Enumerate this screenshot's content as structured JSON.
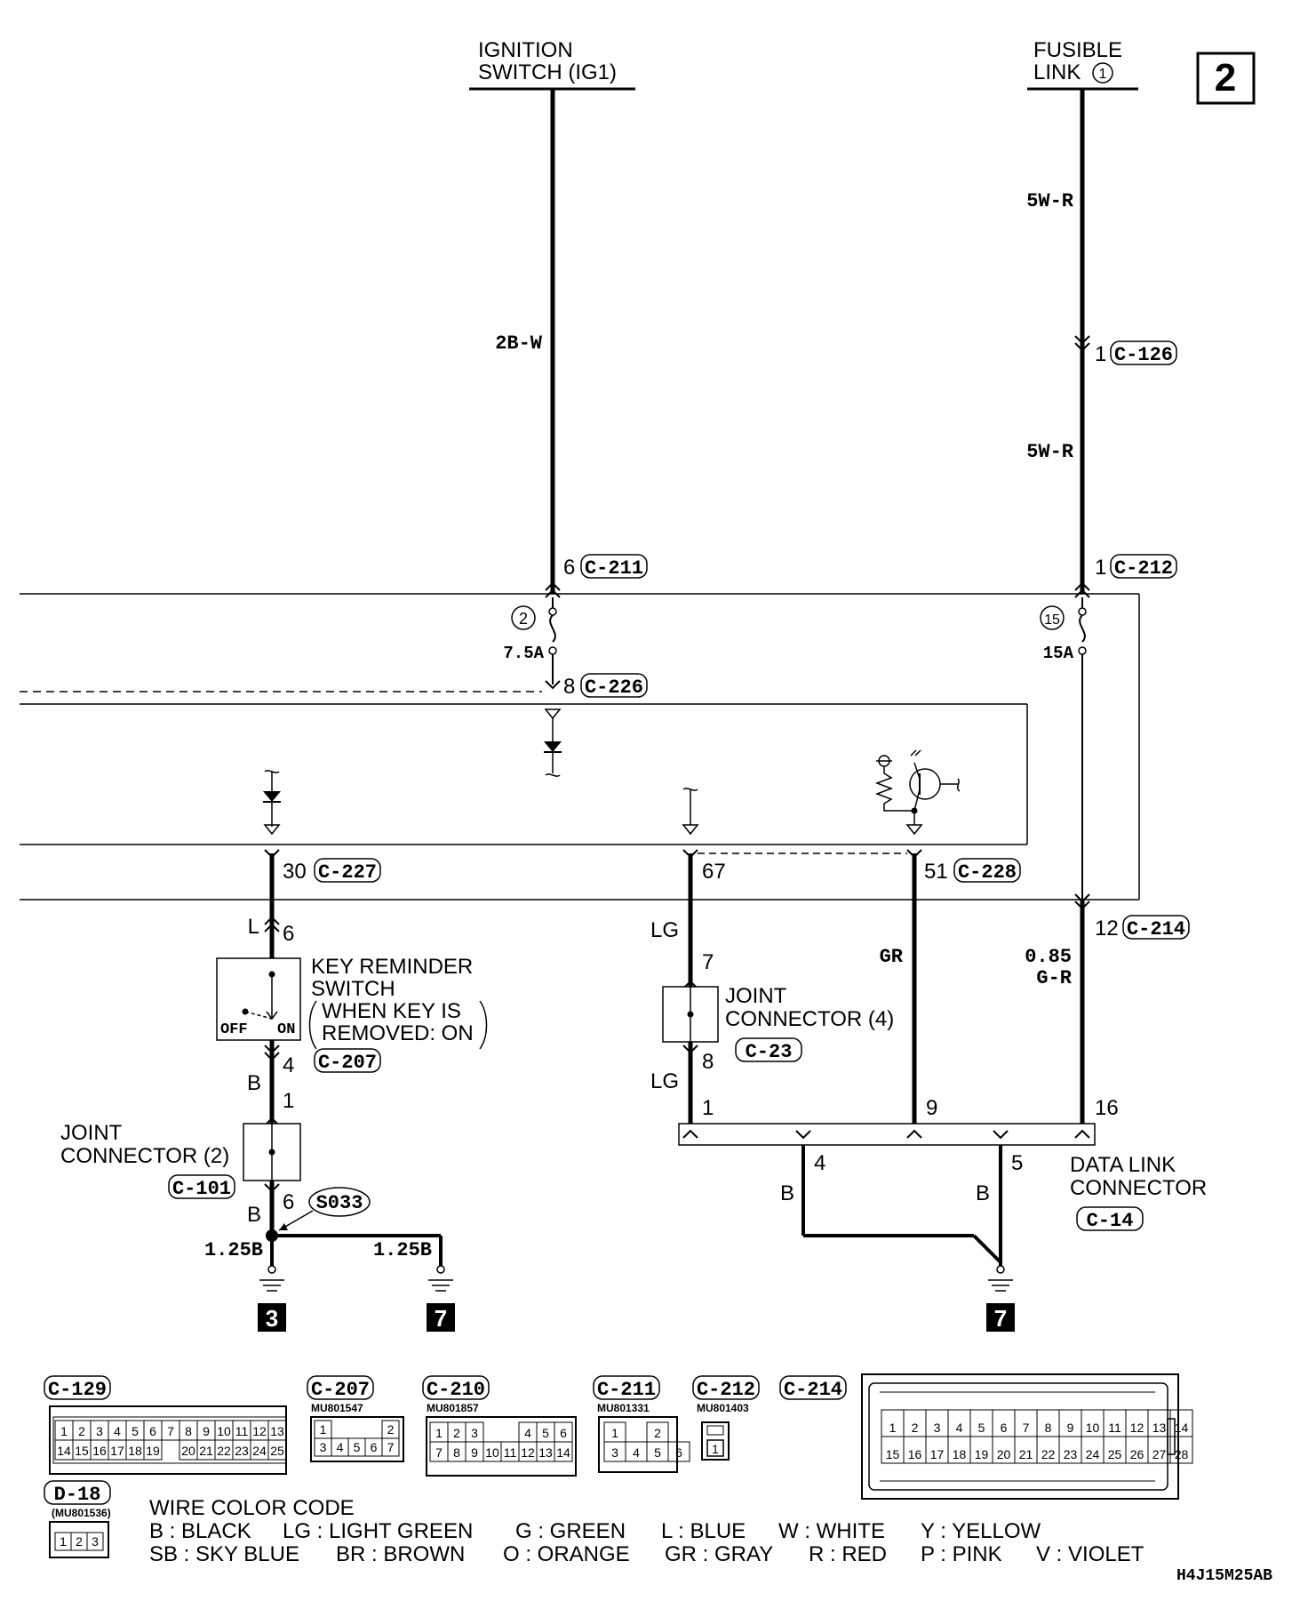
{
  "page_number": "2",
  "sources": {
    "ignition_line1": "IGNITION",
    "ignition_line2": "SWITCH (IG1)",
    "fusible_line1": "FUSIBLE",
    "fusible_line2": "LINK",
    "fusible_circle": "1"
  },
  "wires": {
    "ign_main": "2B-W",
    "fus_upper": "5W-R",
    "fus_lower": "5W-R",
    "dlc_pin16": "0.85",
    "dlc_pin16_b": "G-R",
    "key_top": "L",
    "key_bottom": "B",
    "joint2_bottom": "B",
    "ground_left": "1.25B",
    "ground_right": "1.25B",
    "lg_upper": "LG",
    "lg_lower": "LG",
    "gr": "GR",
    "dlc_b4": "B",
    "dlc_b5": "B"
  },
  "connectors": {
    "c126_pin": "1",
    "c126": "C-126",
    "c211_pin": "6",
    "c211": "C-211",
    "c212_pin": "1",
    "c212": "C-212",
    "c226_pin": "8",
    "c226": "C-226",
    "c227_pin": "30",
    "c227": "C-227",
    "c228_pin67": "67",
    "c228_pin51": "51",
    "c228": "C-228",
    "c214_pin": "12",
    "c214": "C-214",
    "c207": "C-207",
    "c23": "C-23",
    "c101": "C-101",
    "c14": "C-14"
  },
  "fuses": {
    "fuse2_num": "2",
    "fuse2_rating": "7.5A",
    "fuse15_num": "15",
    "fuse15_rating": "15A"
  },
  "components": {
    "key_reminder_1": "KEY REMINDER",
    "key_reminder_2": "SWITCH",
    "key_reminder_3": "WHEN KEY IS",
    "key_reminder_4": "REMOVED: ON",
    "key_off": "OFF",
    "key_on": "ON",
    "key_pin_top": "6",
    "key_pin_bottom": "4",
    "joint4_1": "JOINT",
    "joint4_2": "CONNECTOR (4)",
    "joint4_pin_top": "7",
    "joint4_pin_bottom": "8",
    "joint2_1": "JOINT",
    "joint2_2": "CONNECTOR (2)",
    "joint2_pin_top": "1",
    "joint2_pin_bottom": "6",
    "splice": "S033",
    "dlc_1": "DATA LINK",
    "dlc_2": "CONNECTOR",
    "dlc_pin1": "1",
    "dlc_pin9": "9",
    "dlc_pin16": "16",
    "dlc_pin4": "4",
    "dlc_pin5": "5"
  },
  "grounds": {
    "g1": "3",
    "g2": "7",
    "g3": "7"
  },
  "connector_views": {
    "c129": "C-129",
    "c207": "C-207",
    "c207_part": "MU801547",
    "c210": "C-210",
    "c210_part": "MU801857",
    "c211": "C-211",
    "c211_part": "MU801331",
    "c212": "C-212",
    "c212_part": "MU801403",
    "c214": "C-214",
    "d18": "D-18",
    "d18_part": "(MU801536)"
  },
  "wire_color_code": {
    "title": "WIRE COLOR CODE",
    "row1": [
      "B : BLACK",
      "LG : LIGHT GREEN",
      "G : GREEN",
      "L : BLUE",
      "W : WHITE",
      "Y : YELLOW"
    ],
    "row2": [
      "SB : SKY BLUE",
      "BR : BROWN",
      "O : ORANGE",
      "GR : GRAY",
      "R : RED",
      "P : PINK",
      "V : VIOLET"
    ]
  },
  "diagram_code": "H4J15M25AB"
}
